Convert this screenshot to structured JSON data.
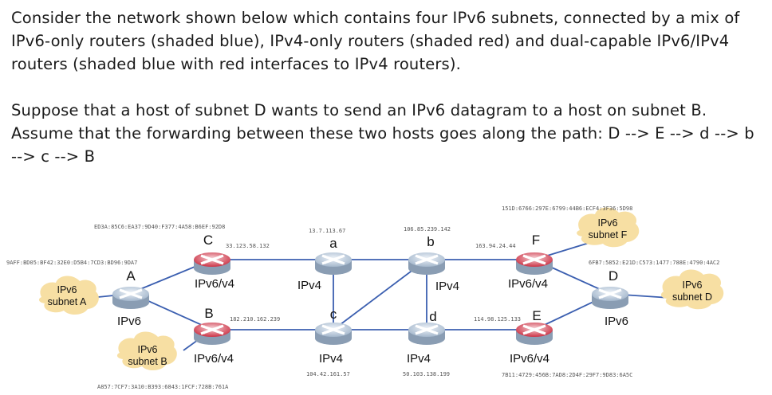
{
  "question": {
    "paragraph1": "Consider the network shown below which contains four IPv6 subnets, connected by a mix of IPv6-only routers (shaded blue), IPv4-only routers (shaded red) and dual-capable IPv6/IPv4 routers (shaded blue with red interfaces to IPv4 routers).",
    "paragraph2": "Suppose that a host of subnet D wants to send an IPv6 datagram to a host on subnet B. Assume that the forwarding between these two hosts goes along the path: D --> E --> d --> b --> c --> B"
  },
  "colors": {
    "red_router": "#c9263a",
    "blue_router": "#9fb3c9",
    "cloud": "#f7dfa3",
    "link": "#3b5fb0"
  },
  "diagram": {
    "routers": {
      "A": {
        "id": "A",
        "type": "IPv6",
        "addr": "9AFF:BD05:BF42:32E0:D5B4:7CD3:BD96:9DA7"
      },
      "C": {
        "id": "C",
        "type": "IPv6/v4",
        "addr": "ED3A:85C6:EA37:9D40:F377:4A58:B6EF:92D8",
        "addr_v4": "33.123.58.132"
      },
      "B": {
        "id": "B",
        "type": "IPv6/v4",
        "addr": "A857:7CF7:3A10:B393:6843:1FCF:728B:761A",
        "addr_v4": "182.210.162.239"
      },
      "a": {
        "id": "a",
        "type": "IPv4",
        "addr": "13.7.113.67"
      },
      "b": {
        "id": "b",
        "type": "IPv4",
        "addr": "106.85.239.142"
      },
      "c": {
        "id": "c",
        "type": "IPv4",
        "addr": "104.42.161.57"
      },
      "d": {
        "id": "d",
        "type": "IPv4",
        "addr": "50.103.138.199"
      },
      "F": {
        "id": "F",
        "addr_v4": "163.94.24.44",
        "addr": "151D:6766:297E:6799:44B6:ECF4:3F36:5D98"
      },
      "E": {
        "id": "E",
        "type": "IPv6/v4",
        "addr_v4": "114.98.125.133",
        "addr": "7B11:4729:456B:7AD8:2D4F:29F7:9D83:6A5C"
      },
      "D": {
        "id": "D",
        "type": "IPv6",
        "addr": "6FB7:5852:E21D:C573:1477:788E:4790:4AC2"
      },
      "F_type": "IPv6/v4"
    },
    "subnets": {
      "A": {
        "line1": "IPv6",
        "line2": "subnet A"
      },
      "B": {
        "line1": "IPv6",
        "line2": "subnet B"
      },
      "D": {
        "line1": "IPv6",
        "line2": "subnet D"
      },
      "F": {
        "line1": "IPv6",
        "line2": "subnet F"
      }
    }
  }
}
